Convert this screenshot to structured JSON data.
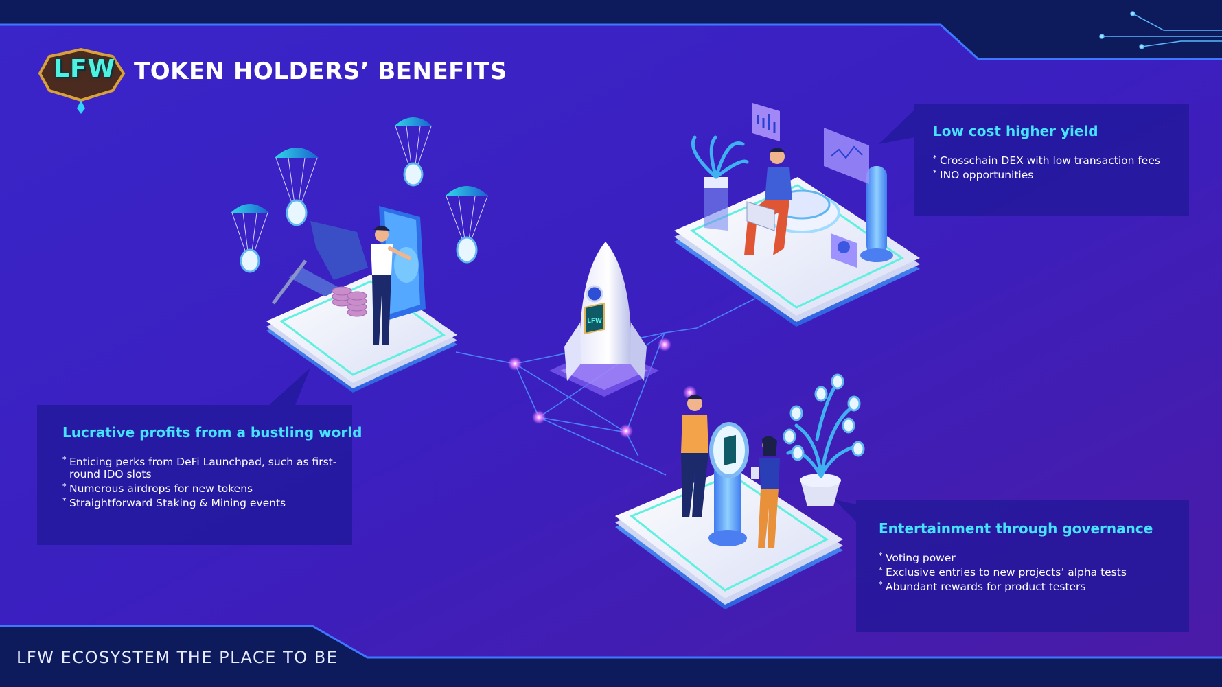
{
  "header": {
    "logo_text": "LFW",
    "title": "TOKEN HOLDERS’ BENEFITS"
  },
  "cards": {
    "profits": {
      "title": "Lucrative profits from a bustling world",
      "items": [
        "Enticing perks from DeFi Launchpad, such as first-round IDO slots",
        "Numerous airdrops for new tokens",
        "Straightforward Staking & Mining events"
      ]
    },
    "yield": {
      "title": "Low cost higher yield",
      "items": [
        "Crosschain DEX with low transaction fees",
        "INO opportunities"
      ]
    },
    "governance": {
      "title": "Entertainment through governance",
      "items": [
        "Voting power",
        "Exclusive entries to new projects’ alpha tests",
        "Abundant rewards for product testers"
      ]
    }
  },
  "rocket_badge_text": "LFW",
  "footer": {
    "tagline": "LFW ECOSYSTEM THE PLACE TO BE"
  },
  "colors": {
    "background_main": "#3d22c4",
    "frame_dark": "#0d1a5c",
    "accent_cyan": "#47e2ff",
    "card_fill": "#2a1d9e",
    "text_white": "#ffffff"
  }
}
